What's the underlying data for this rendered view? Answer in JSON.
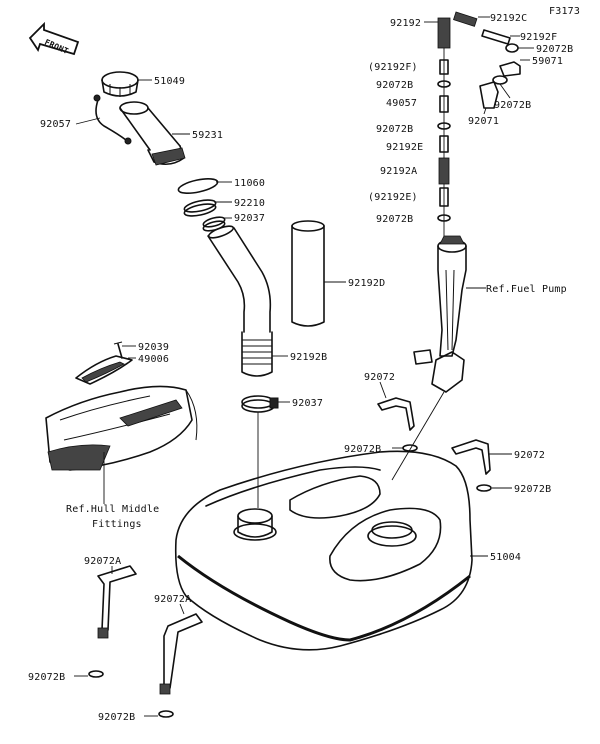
{
  "figure_code": "F3173",
  "front_arrow_label": "FRONT",
  "labels": {
    "p51049": "51049",
    "p92057": "92057",
    "p59231": "59231",
    "p11060": "11060",
    "p92210": "92210",
    "p92037a": "92037",
    "p92192D": "92192D",
    "p92039": "92039",
    "p49006": "49006",
    "p92192B": "92192B",
    "p92037b": "92037",
    "ref_hull_1": "Ref.Hull Middle",
    "ref_hull_2": "Fittings",
    "p92192_top": "92192",
    "p92192C": "92192C",
    "p92192F": "92192F",
    "p92072B_r1": "92072B",
    "p92192F_paren": "(92192F)",
    "p59071": "59071",
    "p92072B_l1": "92072B",
    "p92072B_r2": "92072B",
    "p49057": "49057",
    "p92071": "92071",
    "p92072B_l2": "92072B",
    "p92192E": "92192E",
    "p92192A": "92192A",
    "p92192E_paren": "(92192E)",
    "p92072B_l3": "92072B",
    "ref_fuel_pump": "Ref.Fuel Pump",
    "p92072_a": "92072",
    "p92072B_mid": "92072B",
    "p92072_b": "92072",
    "p92072B_right": "92072B",
    "p51004": "51004",
    "p92072A_a": "92072A",
    "p92072A_b": "92072A",
    "p92072B_bl1": "92072B",
    "p92072B_bl2": "92072B"
  }
}
